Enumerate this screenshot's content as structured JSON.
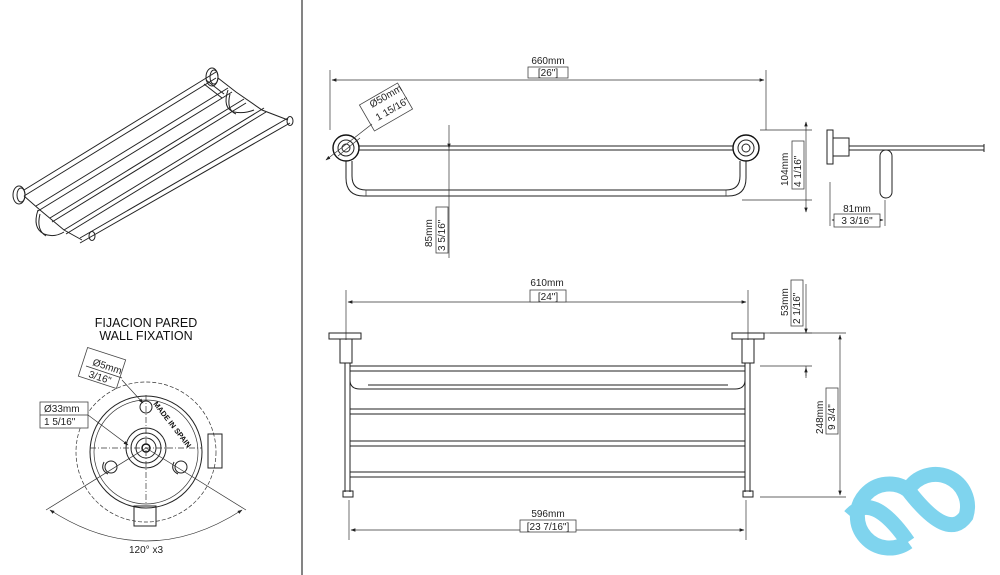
{
  "wall_fixation": {
    "title_es": "FIJACION PARED",
    "title_en": "WALL FIXATION",
    "screw_mm": "Ø5mm",
    "screw_in": "3/16\"",
    "flange_mm": "Ø33mm",
    "flange_in": "1 5/16\"",
    "stamp": "MADE IN SPAIN",
    "angle": "120° x3"
  },
  "front_view": {
    "width_mm": "660mm",
    "width_in": "[26\"]",
    "rosette_mm": "Ø50mm",
    "rosette_in": "1 15/16\"",
    "drop_mm": "85mm",
    "drop_in": "3 5/16\"",
    "height_mm": "104mm",
    "height_in": "4 1/16\""
  },
  "side_view": {
    "depth_mm": "81mm",
    "depth_in": "3 3/16\""
  },
  "top_view": {
    "centers_mm": "610mm",
    "centers_in": "[24\"]",
    "offset_mm": "53mm",
    "offset_in": "2 1/16\"",
    "depth_mm": "248mm",
    "depth_in": "9 3/4\"",
    "rack_width_mm": "596mm",
    "rack_width_in": "[23 7/16\"]"
  },
  "brand": {
    "logo_color": "#7fd4ee"
  }
}
